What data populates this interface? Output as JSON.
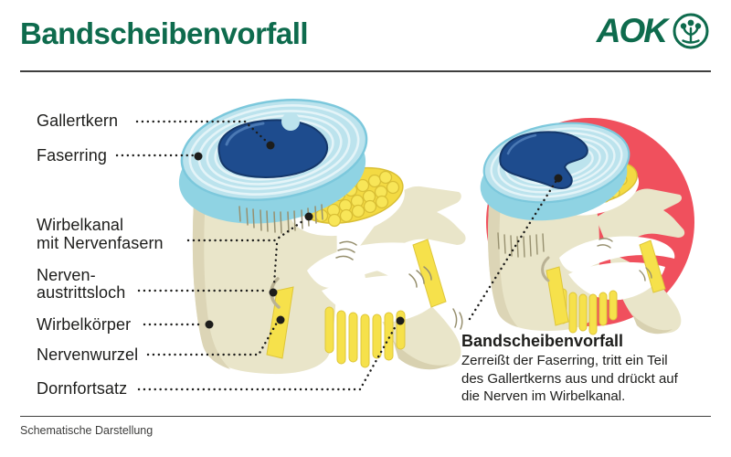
{
  "header": {
    "title": "Bandscheibenvorfall",
    "logo_text": "AOK"
  },
  "labels": {
    "gallertkern": "Gallertkern",
    "faserring": "Faserring",
    "wirbelkanal_line1": "Wirbelkanal",
    "wirbelkanal_line2": "mit Nervenfasern",
    "nervenaustrittsloch_line1": "Nerven-",
    "nervenaustrittsloch_line2": "austrittsloch",
    "wirbelkoerper": "Wirbelkörper",
    "nervenwurzel": "Nervenwurzel",
    "dornfortsatz": "Dornfortsatz"
  },
  "right_panel": {
    "heading": "Bandscheibenvorfall",
    "description_lines": [
      "Zerreißt der Faserring, tritt ein Teil",
      "des Gallertkerns aus und drückt auf",
      "die Nerven im Wirbelkanal."
    ]
  },
  "footer": {
    "caption": "Schematische Darstellung"
  },
  "icons": {
    "logo_emblem": "aok-oak-tree-icon"
  },
  "colors": {
    "brand_green": "#0E6B4D",
    "alert_red": "#F0505D",
    "disc_blue": "#BCE3ED",
    "disc_edge_blue": "#7CC8DC",
    "nucleus_blue": "#1E4C8E",
    "nerve_yellow": "#F6E14B",
    "bone_beige": "#E9E5C9",
    "text_black": "#1D1D1B"
  }
}
